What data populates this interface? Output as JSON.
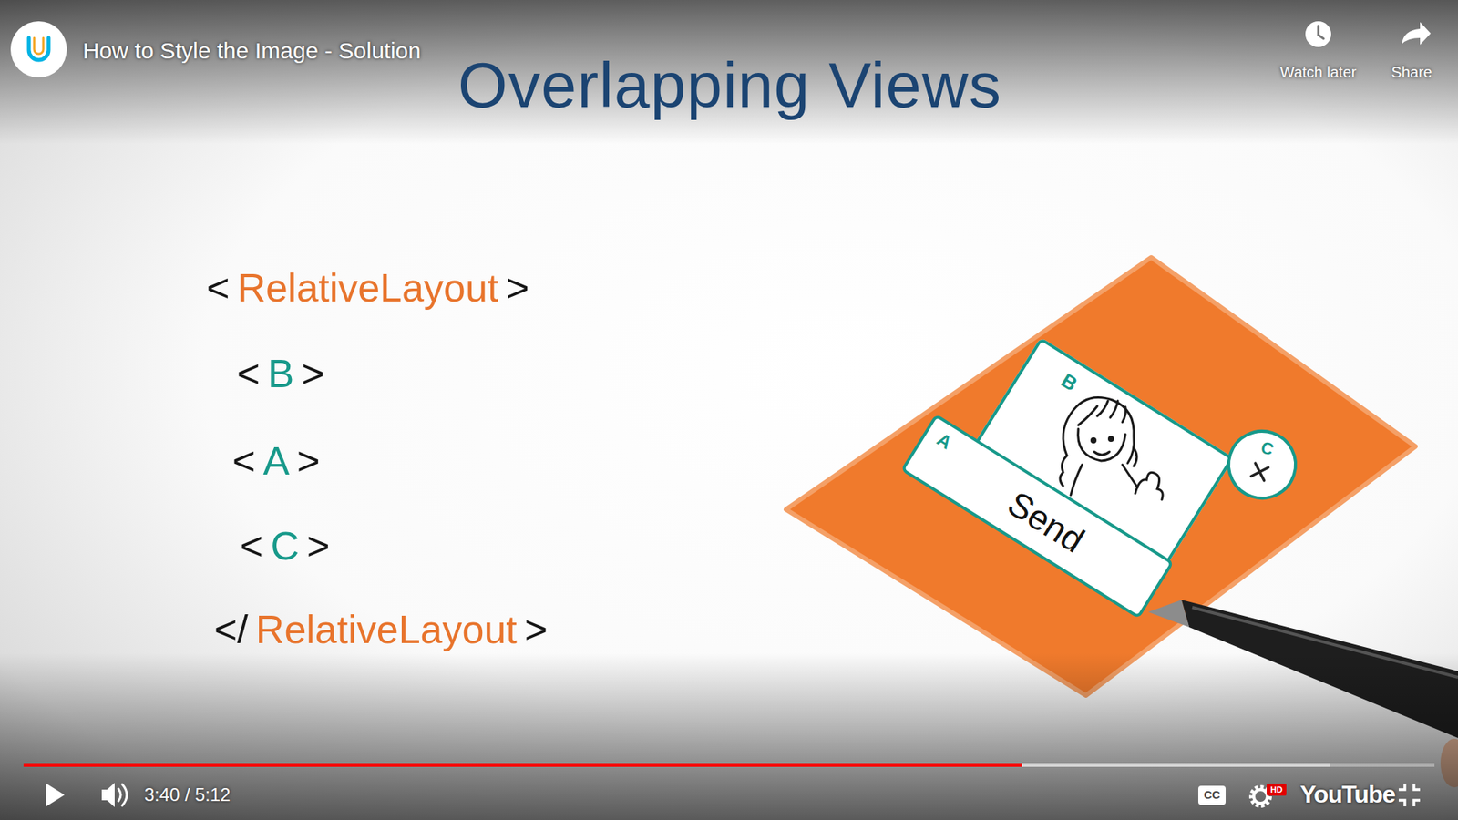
{
  "diagram": {
    "title": "Overlapping Views",
    "nodes": [
      {
        "text": [
          "B"
        ]
      },
      {
        "text": [
          "A",
          "Send"
        ]
      },
      {
        "text": [
          "C"
        ]
      }
    ],
    "labels": [
      "How to Style the Image - Solution",
      "Watch later",
      "Share",
      "<RelativeLayout>",
      "<B>",
      "<A>",
      "<C>",
      "</RelativeLayout>",
      "3:40 / 5:12",
      "CC",
      "HD",
      "YouTube"
    ]
  }
}
